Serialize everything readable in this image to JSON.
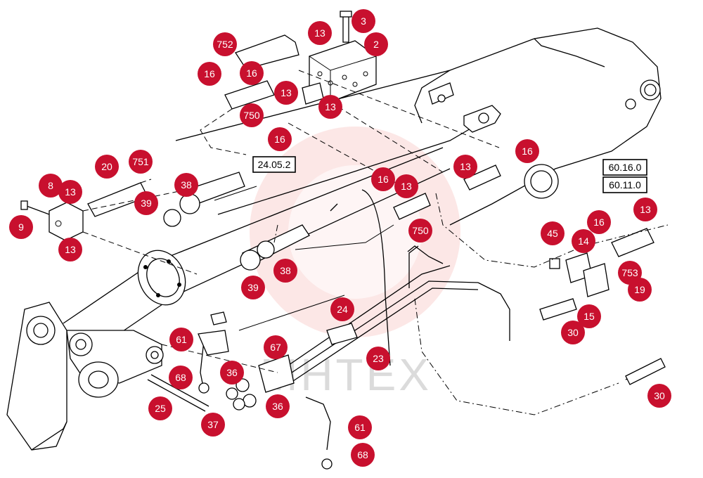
{
  "diagram": {
    "watermark_text": "MHTEX",
    "callouts": [
      {
        "id": "c3",
        "label": "3"
      },
      {
        "id": "c2",
        "label": "2"
      },
      {
        "id": "c13a",
        "label": "13"
      },
      {
        "id": "c752",
        "label": "752"
      },
      {
        "id": "c16a",
        "label": "16"
      },
      {
        "id": "c16b",
        "label": "16"
      },
      {
        "id": "c13b",
        "label": "13"
      },
      {
        "id": "c13c",
        "label": "13"
      },
      {
        "id": "c750a",
        "label": "750"
      },
      {
        "id": "c16c",
        "label": "16"
      },
      {
        "id": "c20",
        "label": "20"
      },
      {
        "id": "c751",
        "label": "751"
      },
      {
        "id": "c8",
        "label": "8"
      },
      {
        "id": "c13d",
        "label": "13"
      },
      {
        "id": "c38a",
        "label": "38"
      },
      {
        "id": "c39a",
        "label": "39"
      },
      {
        "id": "c9",
        "label": "9"
      },
      {
        "id": "c13e",
        "label": "13"
      },
      {
        "id": "c16d",
        "label": "16"
      },
      {
        "id": "c13f",
        "label": "13"
      },
      {
        "id": "c16e",
        "label": "16"
      },
      {
        "id": "c13g",
        "label": "13"
      },
      {
        "id": "c750b",
        "label": "750"
      },
      {
        "id": "c13h",
        "label": "13"
      },
      {
        "id": "c45",
        "label": "45"
      },
      {
        "id": "c14",
        "label": "14"
      },
      {
        "id": "c16f",
        "label": "16"
      },
      {
        "id": "c753",
        "label": "753"
      },
      {
        "id": "c19",
        "label": "19"
      },
      {
        "id": "c15",
        "label": "15"
      },
      {
        "id": "c30a",
        "label": "30"
      },
      {
        "id": "c38b",
        "label": "38"
      },
      {
        "id": "c39b",
        "label": "39"
      },
      {
        "id": "c24",
        "label": "24"
      },
      {
        "id": "c23",
        "label": "23"
      },
      {
        "id": "c61a",
        "label": "61"
      },
      {
        "id": "c67",
        "label": "67"
      },
      {
        "id": "c68a",
        "label": "68"
      },
      {
        "id": "c36a",
        "label": "36"
      },
      {
        "id": "c25",
        "label": "25"
      },
      {
        "id": "c37",
        "label": "37"
      },
      {
        "id": "c36b",
        "label": "36"
      },
      {
        "id": "c61b",
        "label": "61"
      },
      {
        "id": "c68b",
        "label": "68"
      },
      {
        "id": "c30b",
        "label": "30"
      }
    ],
    "references": [
      {
        "id": "r1",
        "label": "24.05.2"
      },
      {
        "id": "r2",
        "label": "60.16.0"
      },
      {
        "id": "r3",
        "label": "60.11.0"
      }
    ]
  }
}
